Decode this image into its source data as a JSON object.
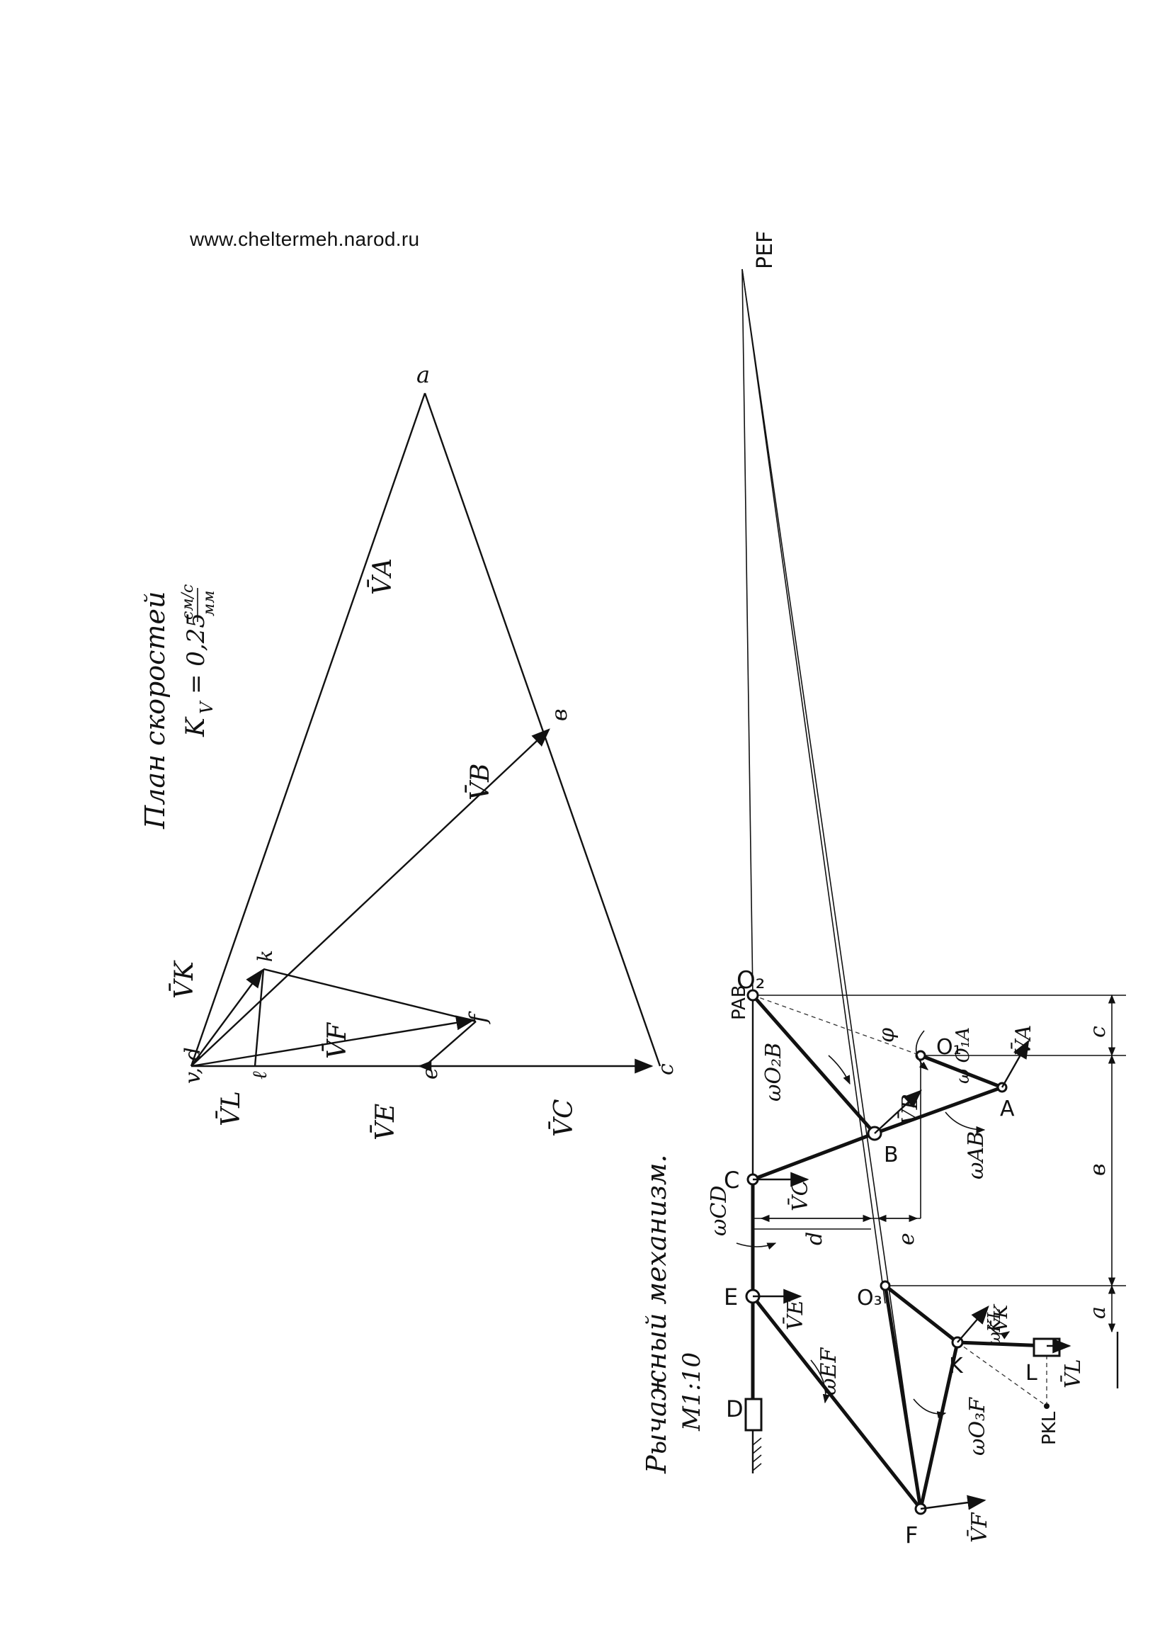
{
  "website": "www.cheltermeh.narod.ru",
  "velocity_plan": {
    "title": "План скоростей",
    "scale_lhs": "K",
    "scale_lhs_sub": "V",
    "scale_eq": "= 0,25",
    "scale_num": "см/с",
    "scale_den": "мм",
    "points": {
      "pole": "v, d",
      "a": "a",
      "b": "в",
      "c": "c",
      "e": "e",
      "k": "k",
      "f": "f",
      "l": "ℓ"
    },
    "vectors": {
      "VA": "V̄A",
      "VB": "V̄B",
      "VC": "V̄C",
      "VE": "V̄E",
      "VF": "V̄F",
      "VK": "V̄K",
      "VL": "V̄L"
    }
  },
  "mechanism": {
    "title": "Рычажный механизм.",
    "scale": "М1:10",
    "joints": {
      "O1": "O₁",
      "O2": "O₂",
      "O3": "O₃",
      "A": "A",
      "B": "B",
      "C": "C",
      "D": "D",
      "E": "E",
      "F": "F",
      "K": "K",
      "L": "L"
    },
    "instant_centers": {
      "PEF": "PEF",
      "PAB": "PAB",
      "PKL": "PKL"
    },
    "angular": {
      "w_O2B": "ωO₂B",
      "w_AB": "ωAB",
      "w_CD": "ωCD",
      "w_EF": "ωEF",
      "w_O3F": "ωO₃F",
      "w_KL": "ωKL",
      "w_O1A": "ω O₁A"
    },
    "vectors": {
      "VA": "V̄A",
      "VB": "V̄B",
      "VC": "V̄C",
      "VE": "V̄E",
      "VF": "V̄F",
      "VK": "V̄K",
      "VL": "V̄L"
    },
    "dimensions": {
      "a": "a",
      "b": "в",
      "c": "c",
      "d": "d",
      "e": "e",
      "phi": "φ"
    }
  }
}
